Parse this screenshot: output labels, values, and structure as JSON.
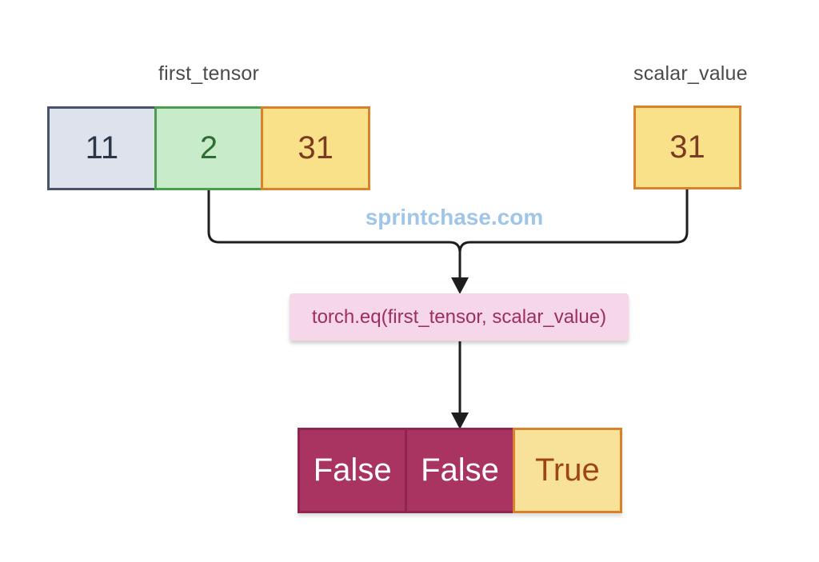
{
  "page": {
    "background": "#ffffff"
  },
  "diagram": {
    "line_color": "#1e1e1e",
    "watermark": {
      "text": "sprintchase.com",
      "color": "#9fc5e8"
    },
    "first_tensor": {
      "label": "first_tensor",
      "cells": [
        {
          "value": "11",
          "fill": "#dee2ec",
          "border": "#47536b",
          "text_color": "#2b3648"
        },
        {
          "value": "2",
          "fill": "#c8ecca",
          "border": "#4a9e4e",
          "text_color": "#2f6e33"
        },
        {
          "value": "31",
          "fill": "#f9e189",
          "border": "#d9822b",
          "text_color": "#7c3a20"
        }
      ]
    },
    "scalar_value": {
      "label": "scalar_value",
      "cells": [
        {
          "value": "31",
          "fill": "#f9e189",
          "border": "#d9822b",
          "text_color": "#7c3a20"
        }
      ]
    },
    "operation": {
      "code": "torch.eq(first_tensor, scalar_value)",
      "fill": "#f6d7e9",
      "text_color": "#9e2d62"
    },
    "result_tensor": {
      "cells": [
        {
          "value": "False",
          "fill": "#a93361",
          "border": "#8d2751",
          "text_color": "#ffffff"
        },
        {
          "value": "False",
          "fill": "#a93361",
          "border": "#8d2751",
          "text_color": "#ffffff"
        },
        {
          "value": "True",
          "fill": "#f8e299",
          "border": "#d9822b",
          "text_color": "#9c4712"
        }
      ]
    }
  }
}
